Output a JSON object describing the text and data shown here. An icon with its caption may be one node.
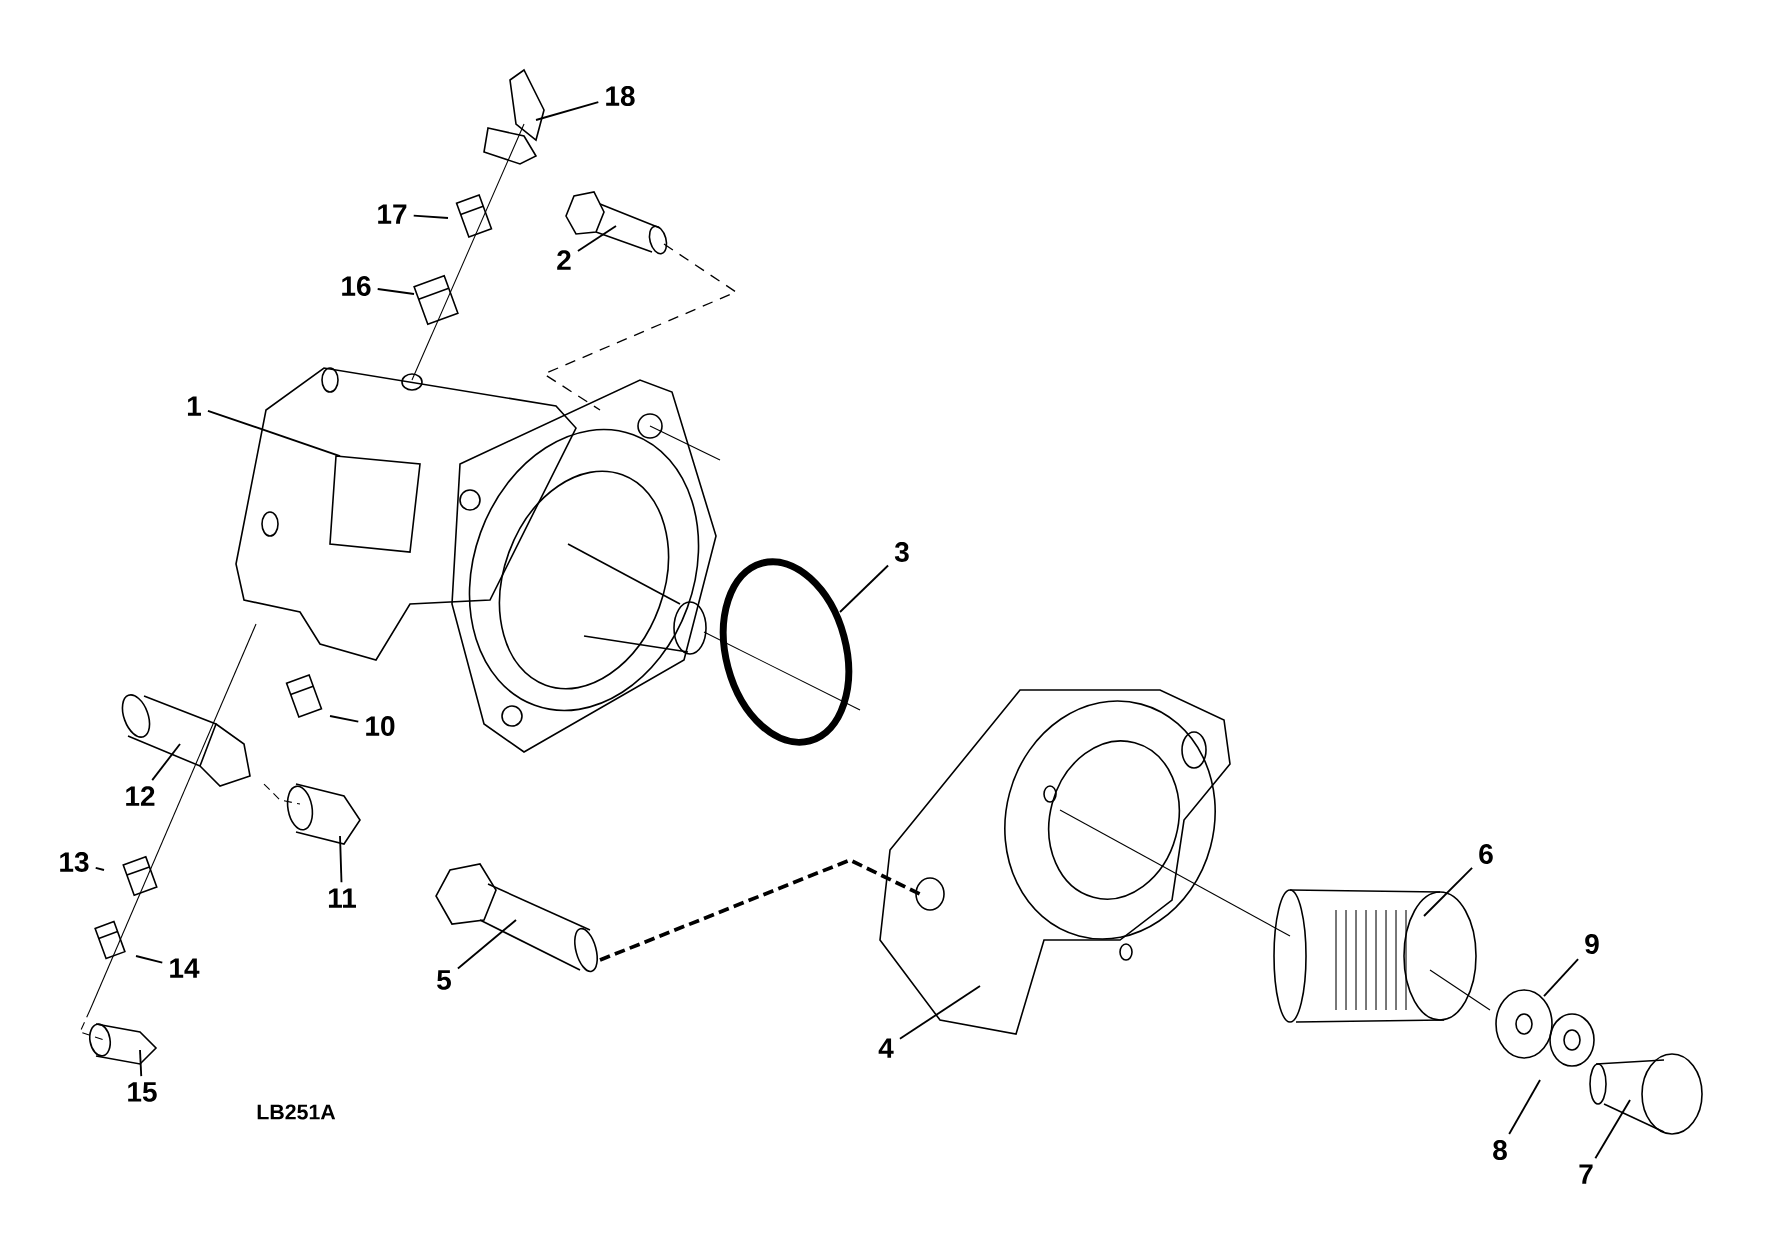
{
  "diagram": {
    "nodes": [
      {
        "text": [
          "18"
        ]
      },
      {
        "text": [
          "17"
        ]
      },
      {
        "text": [
          "2"
        ]
      },
      {
        "text": [
          "16"
        ]
      },
      {
        "text": [
          "1"
        ]
      },
      {
        "text": [
          "3"
        ]
      },
      {
        "text": [
          "10"
        ]
      },
      {
        "text": [
          "12"
        ]
      },
      {
        "text": [
          "6"
        ]
      },
      {
        "text": [
          "13"
        ]
      },
      {
        "text": [
          "11"
        ]
      },
      {
        "text": [
          "9"
        ]
      },
      {
        "text": [
          "14"
        ]
      },
      {
        "text": [
          "5"
        ]
      },
      {
        "text": [
          "4"
        ]
      },
      {
        "text": [
          "15"
        ]
      },
      {
        "text": [
          "8"
        ]
      },
      {
        "text": [
          "7"
        ]
      }
    ],
    "edges": [
      {
        "from": 0,
        "to": null,
        "arrow": "none"
      },
      {
        "from": 1,
        "to": null,
        "arrow": "none"
      },
      {
        "from": 2,
        "to": null,
        "arrow": "none"
      },
      {
        "from": 3,
        "to": null,
        "arrow": "none"
      },
      {
        "from": 4,
        "to": null,
        "arrow": "none"
      },
      {
        "from": 5,
        "to": null,
        "arrow": "none"
      },
      {
        "from": 6,
        "to": null,
        "arrow": "none"
      },
      {
        "from": 7,
        "to": null,
        "arrow": "none"
      },
      {
        "from": 8,
        "to": null,
        "arrow": "none"
      },
      {
        "from": 9,
        "to": null,
        "arrow": "none"
      },
      {
        "from": 10,
        "to": null,
        "arrow": "none"
      },
      {
        "from": 11,
        "to": null,
        "arrow": "none"
      },
      {
        "from": 12,
        "to": null,
        "arrow": "none"
      },
      {
        "from": 13,
        "to": null,
        "arrow": "none"
      },
      {
        "from": 14,
        "to": null,
        "arrow": "none"
      },
      {
        "from": 15,
        "to": null,
        "arrow": "none"
      },
      {
        "from": 16,
        "to": null,
        "arrow": "none"
      },
      {
        "from": 17,
        "to": null,
        "arrow": "none"
      }
    ],
    "labels": [
      "LB251A"
    ]
  }
}
